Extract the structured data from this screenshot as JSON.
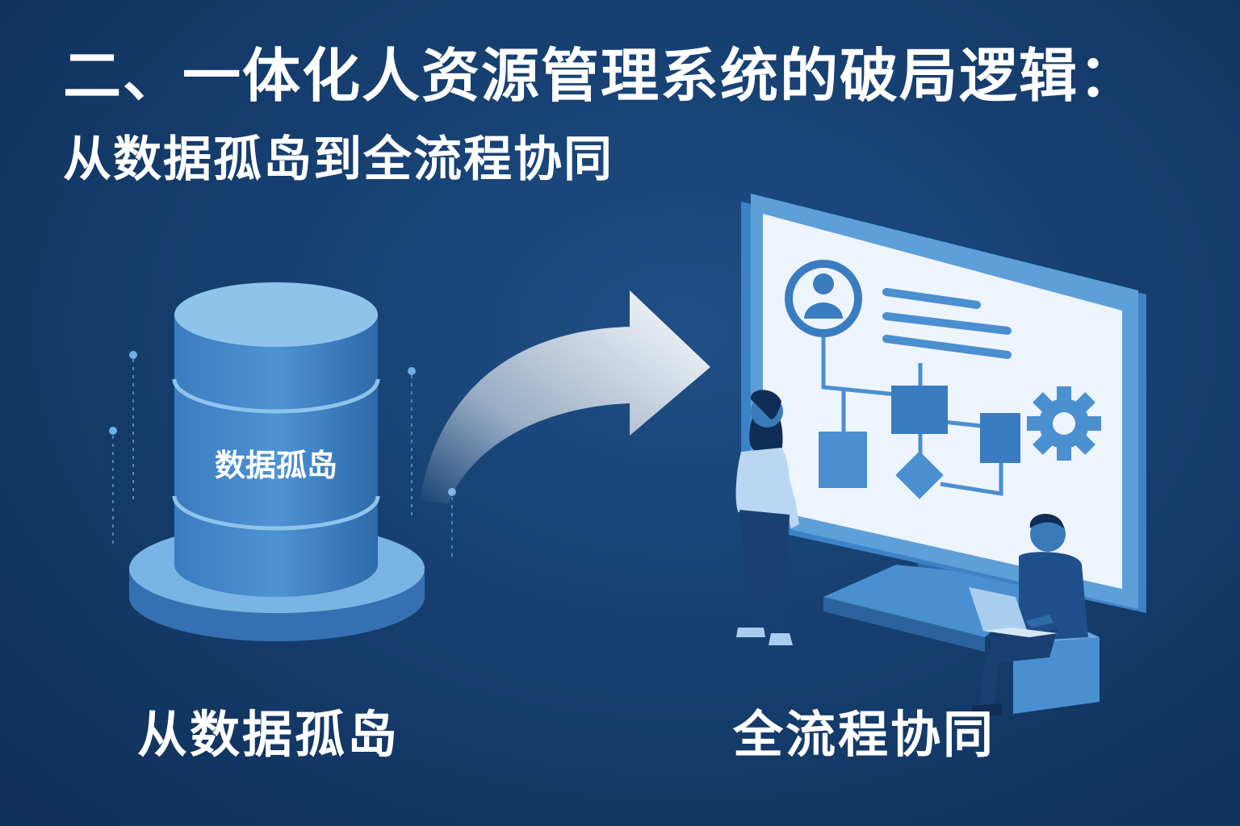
{
  "title": "二、一体化人资源管理系统的破局逻辑：",
  "subtitle": "从数据孤岛到全流程协同",
  "database": {
    "label": "数据孤岛"
  },
  "captions": {
    "left": "从数据孤岛",
    "right": "全流程协同"
  },
  "icons": {
    "database": "database-cylinder-icon",
    "arrow": "curved-arrow-icon",
    "monitor": "monitor-icon",
    "user": "user-avatar-icon",
    "gear": "gear-icon",
    "flowchart": "flowchart-icon"
  },
  "colors": {
    "background": "#163f70",
    "accent": "#4a8fd0",
    "light": "#8ec3ec",
    "screen": "#eef4fb",
    "text": "#ffffff"
  }
}
